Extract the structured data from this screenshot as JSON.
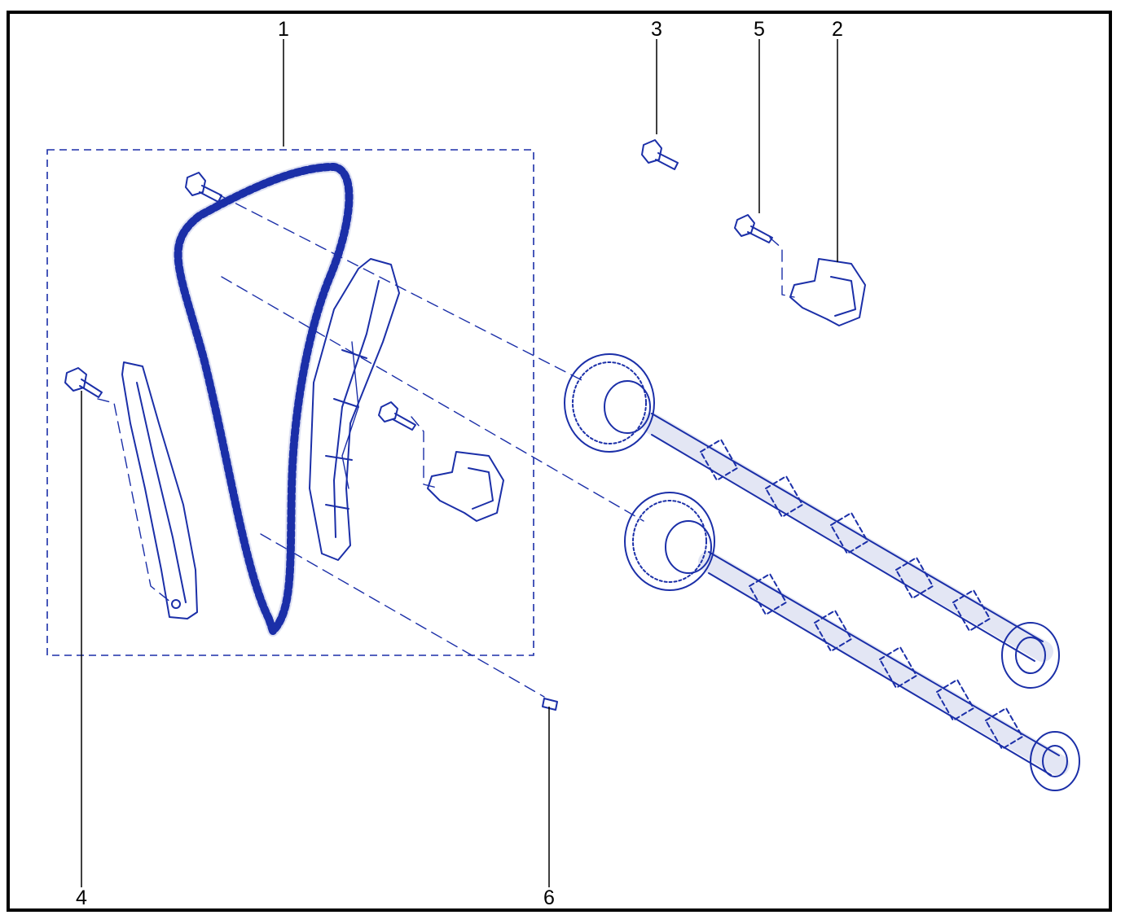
{
  "colors": {
    "frame": "#000000",
    "line_art": "#1b2fa8",
    "callout": "#000000"
  },
  "callouts": [
    {
      "id": "1",
      "label": "1"
    },
    {
      "id": "2",
      "label": "2"
    },
    {
      "id": "3",
      "label": "3"
    },
    {
      "id": "4",
      "label": "4"
    },
    {
      "id": "5",
      "label": "5"
    },
    {
      "id": "6",
      "label": "6"
    }
  ]
}
